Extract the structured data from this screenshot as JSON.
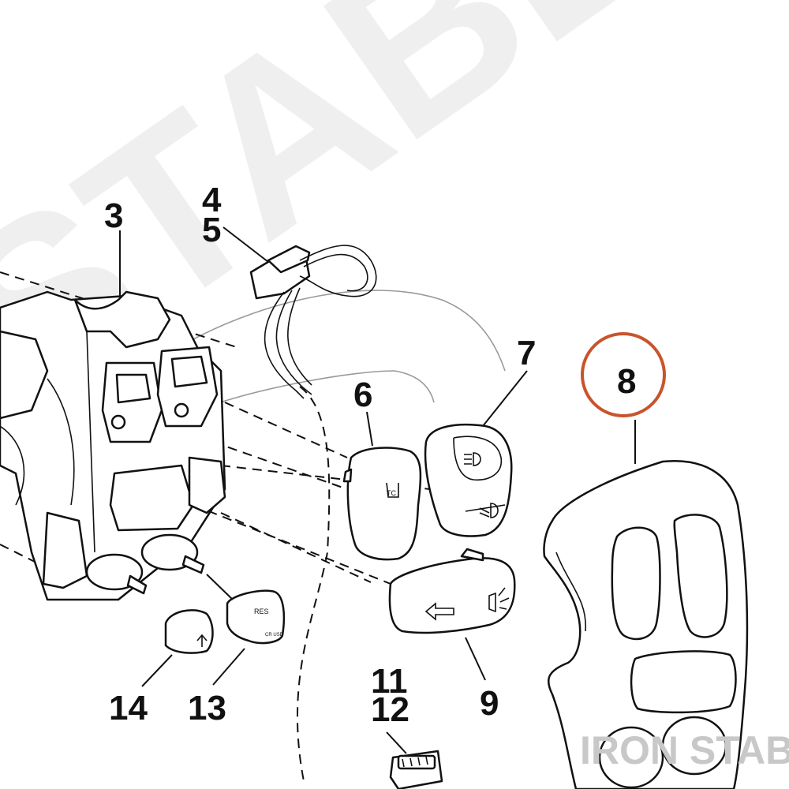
{
  "watermark": {
    "large_text": "STABLE",
    "corner_text": "IRON STABLE"
  },
  "callouts": {
    "c3": "3",
    "c4": "4",
    "c5": "5",
    "c6": "6",
    "c7": "7",
    "c8": "8",
    "c9": "9",
    "c11": "11",
    "c12": "12",
    "c13": "13",
    "c14": "14"
  },
  "highlight": {
    "callout": "8",
    "color": "#c9542b"
  },
  "button_labels": {
    "res": "RES",
    "cruise": "CR USE"
  },
  "icons": [
    "tc-icon",
    "headlamp-high-beam-icon",
    "headlamp-low-beam-icon",
    "turn-signal-left-icon",
    "horn-icon",
    "arrow-up-icon"
  ]
}
